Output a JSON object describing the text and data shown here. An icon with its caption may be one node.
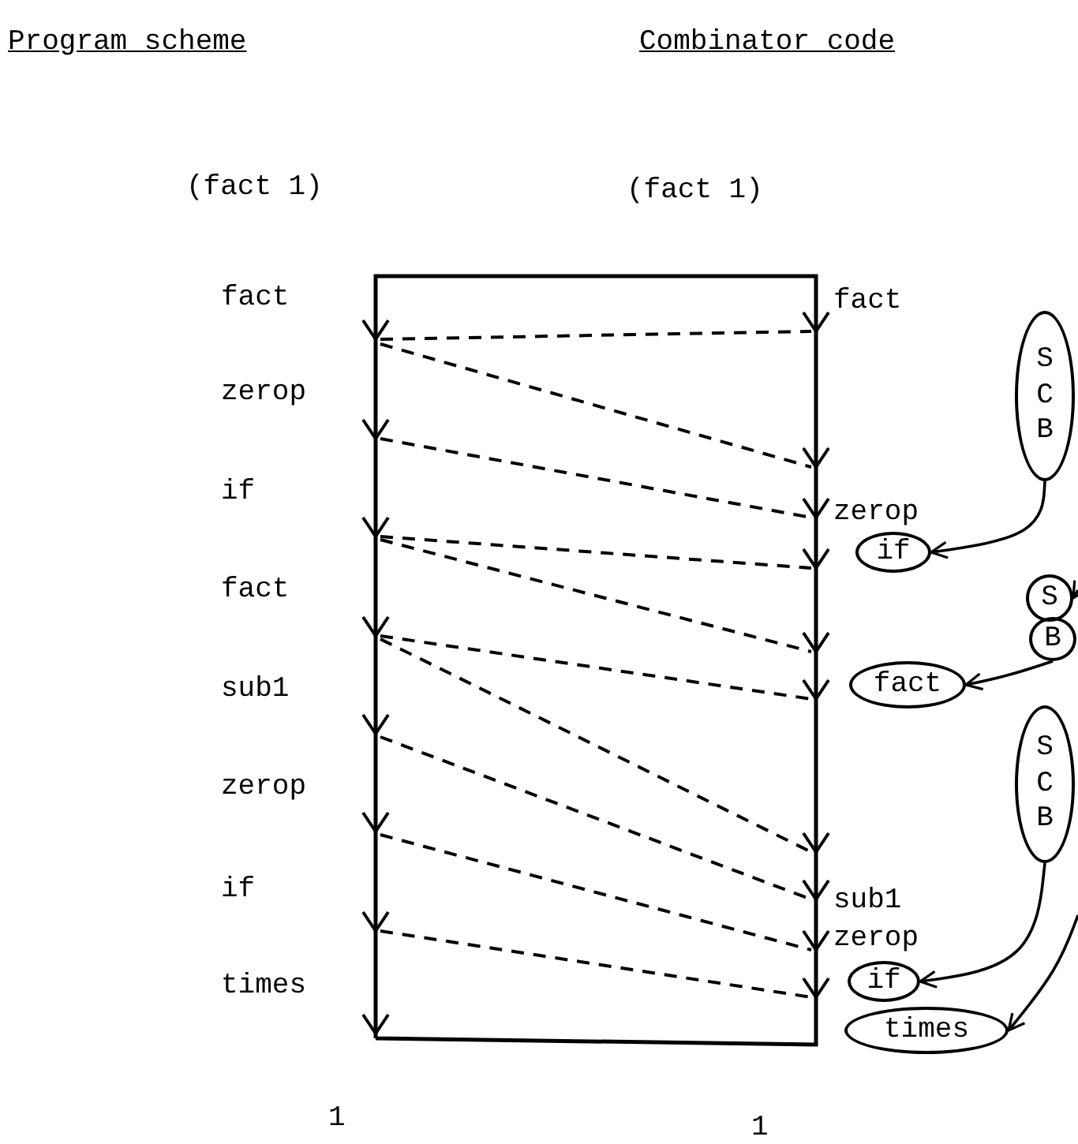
{
  "diagram": {
    "nodes": [
      {
        "text": [
          "S C B"
        ]
      },
      {
        "text": [
          "if"
        ]
      },
      {
        "text": [
          "S"
        ]
      },
      {
        "text": [
          "B"
        ]
      },
      {
        "text": [
          "fact"
        ]
      },
      {
        "text": [
          "S C B"
        ]
      },
      {
        "text": [
          "if"
        ]
      },
      {
        "text": [
          "times"
        ]
      }
    ],
    "edges": [
      {
        "from": 0,
        "to": 1,
        "arrow": "to"
      },
      {
        "from": null,
        "to": 2,
        "arrow": "to"
      },
      {
        "from": 3,
        "to": 4,
        "arrow": "to"
      },
      {
        "from": 5,
        "to": 6,
        "arrow": "to"
      },
      {
        "from": null,
        "to": 7,
        "arrow": "to"
      }
    ],
    "labels": [
      "Program scheme",
      "Combinator code",
      "(fact 1)",
      "(fact 1)",
      "fact",
      "fact",
      "zerop",
      "zerop",
      "if",
      "fact",
      "sub1",
      "zerop",
      "sub1",
      "if",
      "zerop",
      "times",
      "1",
      "1"
    ]
  }
}
